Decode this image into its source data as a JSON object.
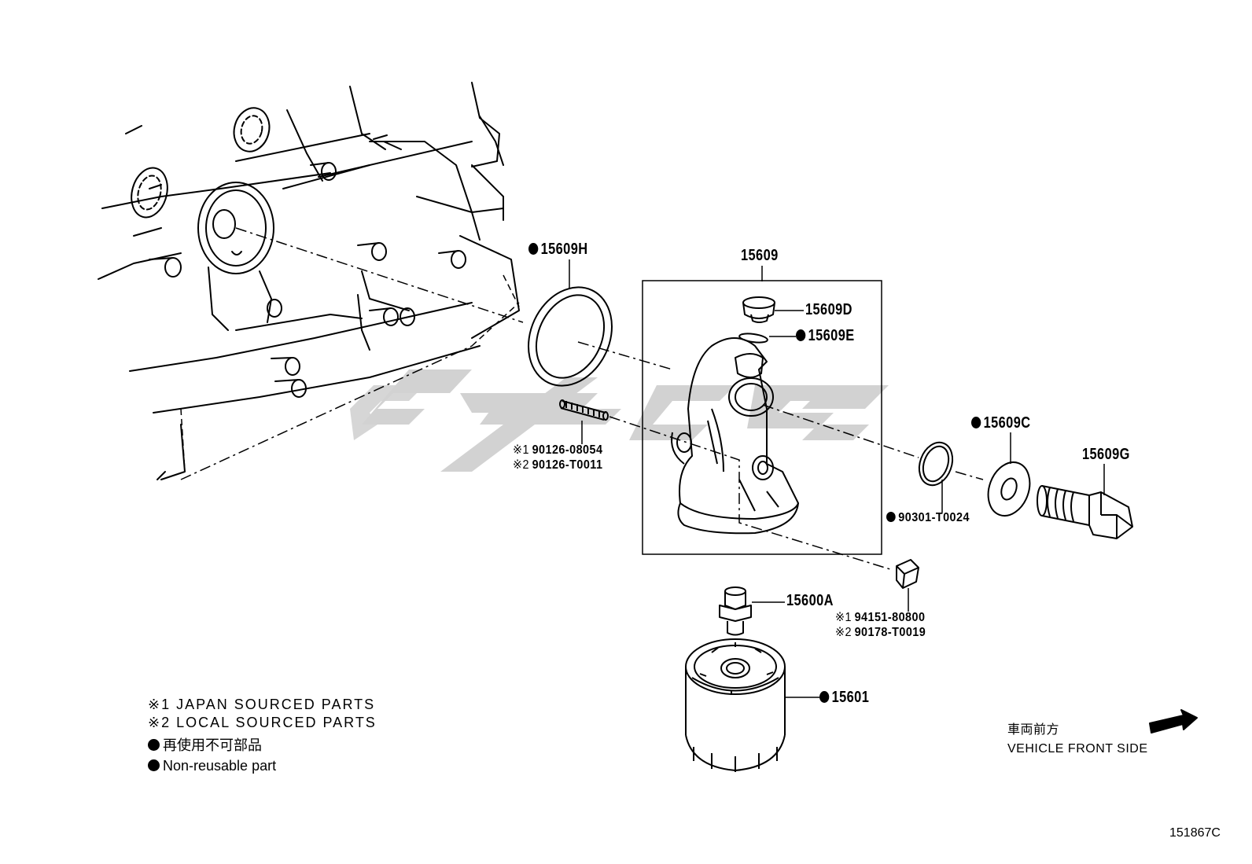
{
  "parts": {
    "p15609H": "15609H",
    "p15609": "15609",
    "p15609D": "15609D",
    "p15609E": "15609E",
    "p15609C": "15609C",
    "p15609G": "15609G",
    "p90301": "90301-T0024",
    "p15600A": "15600A",
    "p15601": "15601"
  },
  "stud": {
    "mark1": "※1",
    "num1": "90126-08054",
    "mark2": "※2",
    "num2": "90126-T0011"
  },
  "nut": {
    "mark1": "※1",
    "num1": "94151-80800",
    "mark2": "※2",
    "num2": "90178-T0019"
  },
  "legend": {
    "line1": "※1 JAPAN SOURCED PARTS",
    "line2": "※2 LOCAL SOURCED PARTS",
    "line3": "再使用不可部品",
    "line4": "Non-reusable part"
  },
  "front": {
    "jp": "車両前方",
    "en": "VEHICLE FRONT SIDE"
  },
  "ref": "151867C",
  "colors": {
    "ink": "#000000",
    "watermark": "#d2d2d2"
  }
}
